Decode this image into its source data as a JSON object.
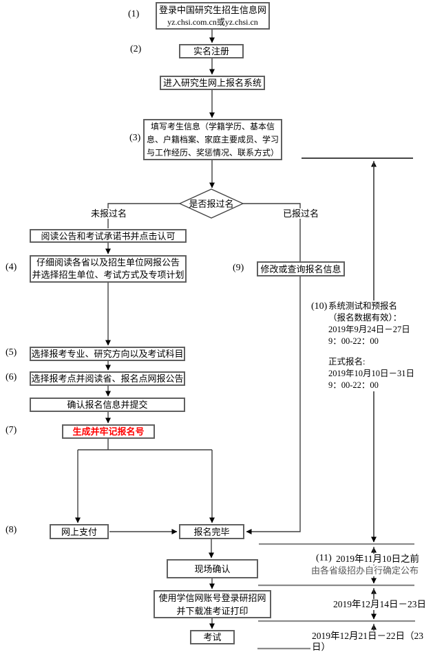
{
  "colors": {
    "highlight_text": "#ff0000",
    "separator_line": "#8a8a8a",
    "top_separator_line": "#444444",
    "connector_line": "#3f3f3f",
    "box_border": "#5f5f5f"
  },
  "steps": {
    "login": {
      "num": "(1)",
      "line1": "登录中国研究生招生信息网",
      "line2": "yz.chsi.com.cn或yz.chsi.cn"
    },
    "register": {
      "num": "(2)",
      "text": "实名注册"
    },
    "enter_system": {
      "text": "进入研究生网上报名系统"
    },
    "fill_info": {
      "num": "(3)",
      "text": "填写考生信息（学籍学历、基本信\n息、户籍档案、家庭主要成员、学习\n与工作经历、奖惩情况、联系方式）"
    },
    "decision": {
      "text": "是否报过名",
      "no_label": "未报过名",
      "yes_label": "已报过名"
    },
    "read_notice": {
      "text": "阅读公告和考试承诺书并点击认可"
    },
    "choose_unit": {
      "num": "(4)",
      "text": "仔细阅读各省以及招生单位网报公告\n并选择招生单位、考试方式及专项计划"
    },
    "modify_query": {
      "num": "(9)",
      "text": "修改或查询报名信息"
    },
    "choose_major": {
      "num": "(5)",
      "text": "选择报考专业、研究方向以及考试科目"
    },
    "choose_site": {
      "num": "(6)",
      "text": "选择报考点并阅读省、报名点网报公告"
    },
    "confirm_submit": {
      "text": "确认报名信息并提交"
    },
    "gen_number": {
      "num": "(7)",
      "text": "生成并牢记报名号"
    },
    "pay_online": {
      "num": "(8)",
      "text": "网上支付"
    },
    "complete": {
      "text": "报名完毕"
    },
    "onsite_confirm": {
      "text": "现场确认"
    },
    "download_ticket": {
      "text": "使用学信网账号登录研招网\n并下载准考证打印"
    },
    "exam": {
      "text": "考试"
    }
  },
  "timeline": {
    "test_and_register": {
      "num": "(10)",
      "part1": "系统测试和预报名\n（报名数据有效）：\n2019年9月24日－27日\n9：00-22：00",
      "part2": "正式报名:\n2019年10月10日－31日\n9：00-22：00"
    },
    "announce": {
      "num": "(11)",
      "line1": "2019年11月10日之前",
      "line2": "由各省级招办自行确定公布"
    },
    "onsite_period": {
      "text": "2019年12月14日－23日"
    },
    "exam_period": {
      "text": "2019年12月21日－22日（23日）"
    }
  }
}
